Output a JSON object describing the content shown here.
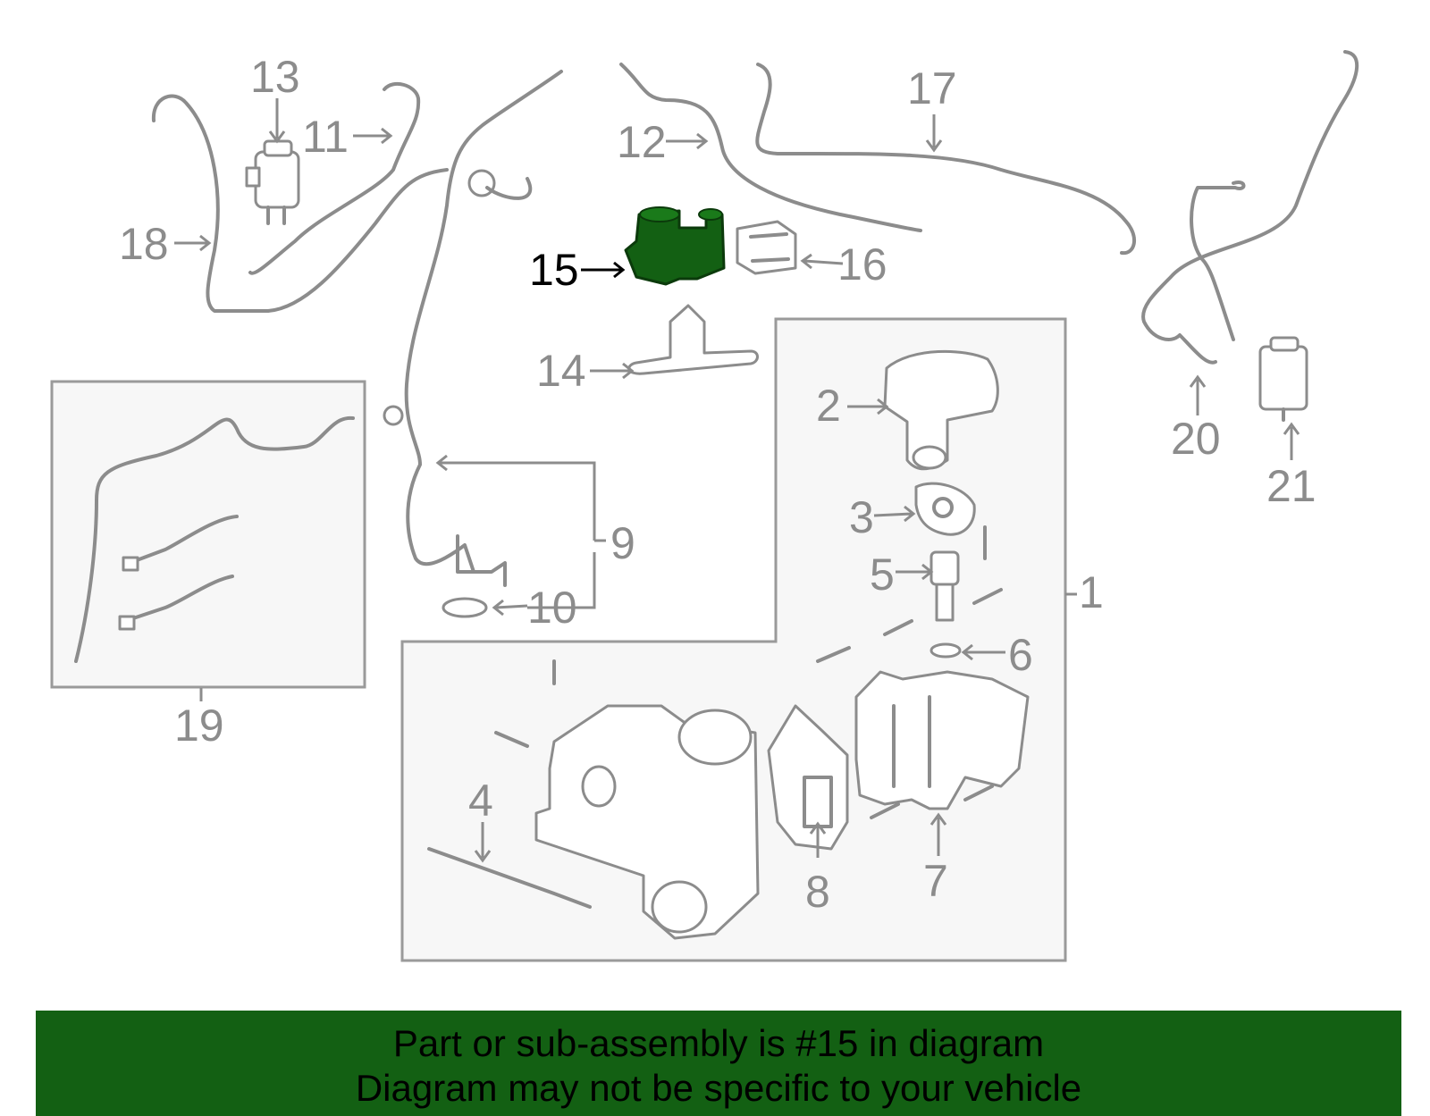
{
  "colors": {
    "line_art": "#8c8c8c",
    "highlight_part": "#136013",
    "banner_background": "#136013",
    "banner_text": "#000000",
    "highlight_label": "#000000"
  },
  "highlighted_part": "15",
  "callouts": [
    {
      "id": "c1",
      "label": "1"
    },
    {
      "id": "c2",
      "label": "2"
    },
    {
      "id": "c3",
      "label": "3"
    },
    {
      "id": "c4",
      "label": "4"
    },
    {
      "id": "c5",
      "label": "5"
    },
    {
      "id": "c6",
      "label": "6"
    },
    {
      "id": "c7",
      "label": "7"
    },
    {
      "id": "c8",
      "label": "8"
    },
    {
      "id": "c9",
      "label": "9"
    },
    {
      "id": "c10",
      "label": "10"
    },
    {
      "id": "c11",
      "label": "11"
    },
    {
      "id": "c12",
      "label": "12"
    },
    {
      "id": "c13",
      "label": "13"
    },
    {
      "id": "c14",
      "label": "14"
    },
    {
      "id": "c15",
      "label": "15"
    },
    {
      "id": "c16",
      "label": "16"
    },
    {
      "id": "c17",
      "label": "17"
    },
    {
      "id": "c18",
      "label": "18"
    },
    {
      "id": "c19",
      "label": "19"
    },
    {
      "id": "c20",
      "label": "20"
    },
    {
      "id": "c21",
      "label": "21"
    }
  ],
  "banner": {
    "line1": "Part or sub-assembly is #15 in diagram",
    "line2": "Diagram may not be specific to your vehicle"
  }
}
